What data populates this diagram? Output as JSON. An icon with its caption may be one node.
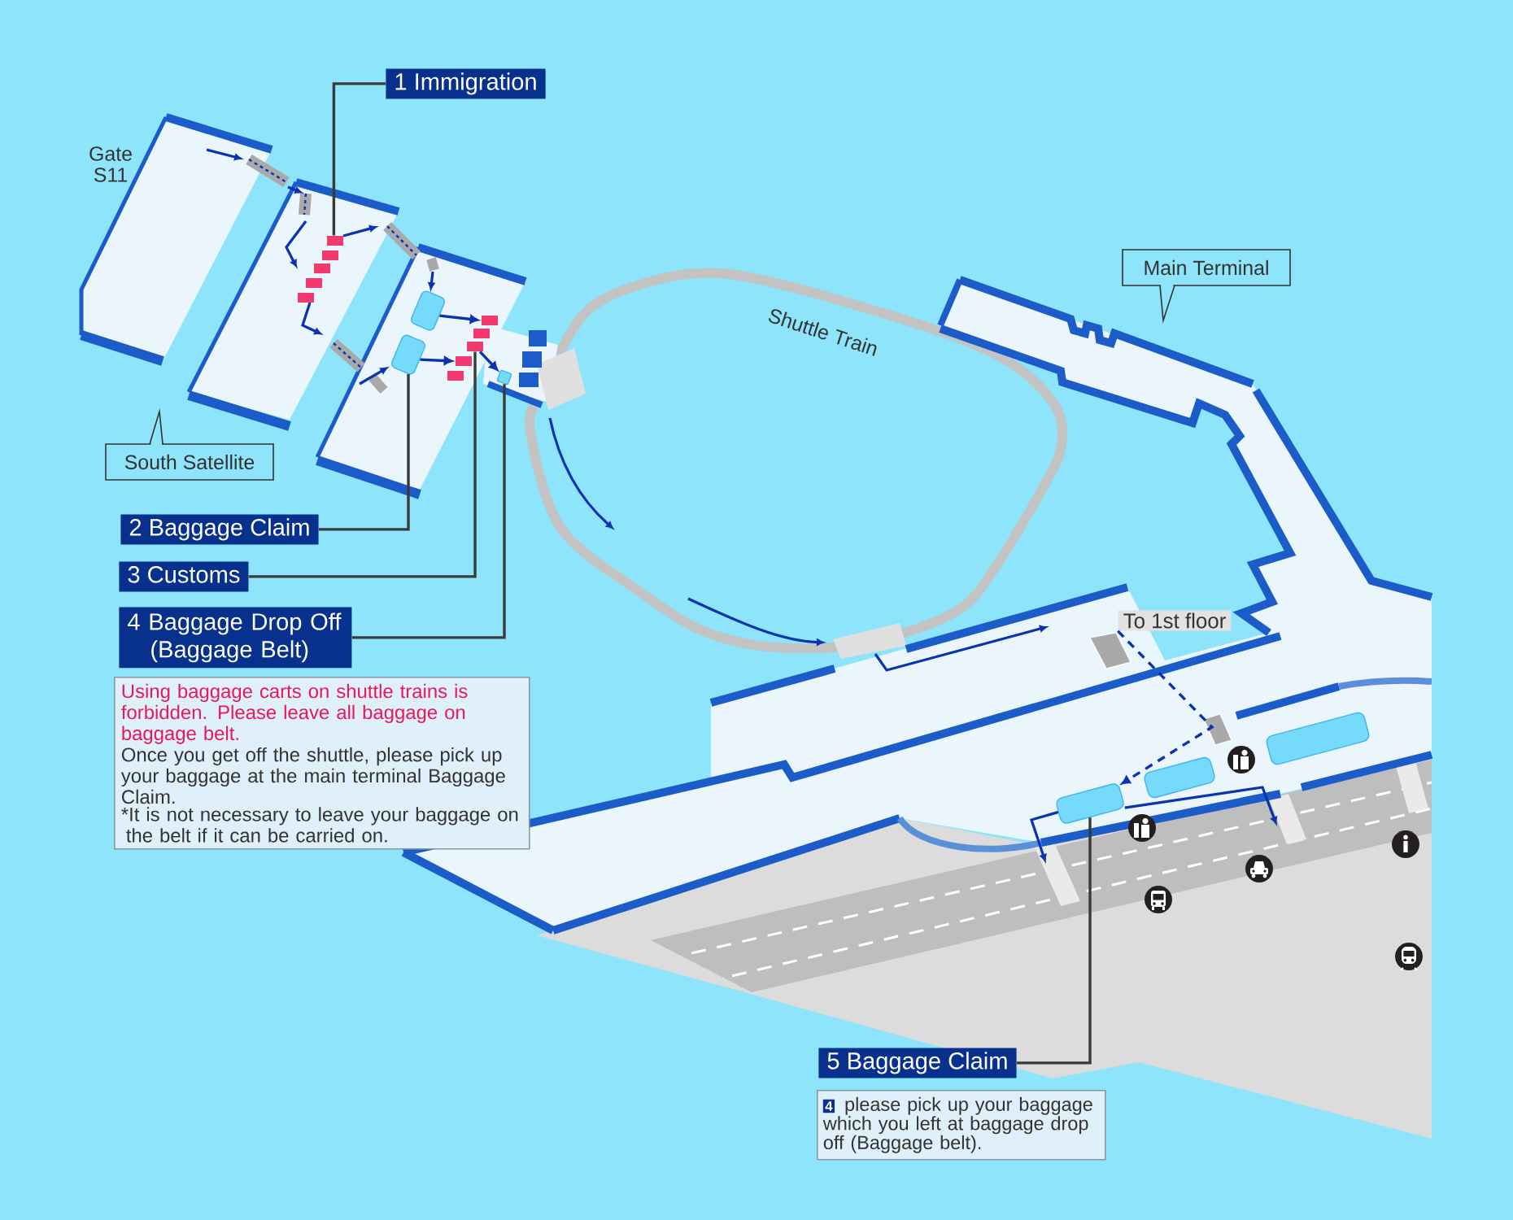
{
  "diagram": {
    "nodes": [
      {
        "text": [
          "1 Immigration"
        ]
      },
      {
        "text": [
          "South Satellite"
        ]
      },
      {
        "text": [
          "2 Baggage Claim"
        ]
      },
      {
        "text": [
          "3 Customs"
        ]
      },
      {
        "text": [
          "4 Baggage Drop Off (Baggage Belt)"
        ]
      },
      {
        "text": [
          "Using baggage carts on shuttle trains is forbidden. Please leave all baggage on baggage belt.",
          "Once you get off the shuttle, please pick up your baggage at the main terminal Baggage Claim.",
          "*It is not necessary to leave your baggage on the belt if it can be carried on."
        ]
      },
      {
        "text": [
          "Main Terminal"
        ]
      },
      {
        "text": [
          "To 1st floor"
        ]
      },
      {
        "text": [
          "5 Baggage Claim"
        ]
      },
      {
        "text": [
          "4",
          "please pick up your baggage which you left at baggage drop off (Baggage belt)."
        ]
      },
      {
        "text": [],
        "shape": "box"
      },
      {
        "text": [],
        "shape": "box"
      },
      {
        "text": [],
        "shape": "box"
      },
      {
        "text": [],
        "shape": "box"
      },
      {
        "text": [],
        "shape": "box"
      },
      {
        "text": [],
        "shape": "box"
      },
      {
        "text": [],
        "shape": "box"
      },
      {
        "text": [],
        "shape": "box"
      },
      {
        "text": [],
        "shape": "box"
      },
      {
        "text": [],
        "shape": "box"
      },
      {
        "text": [],
        "shape": "box"
      },
      {
        "text": [],
        "shape": "box"
      }
    ],
    "edges": [
      {
        "from": 0,
        "to": 10,
        "arrow": "none"
      },
      {
        "from": 2,
        "to": 11,
        "arrow": "none"
      },
      {
        "from": 3,
        "to": 12,
        "arrow": "none"
      },
      {
        "from": 4,
        "to": 13,
        "arrow": "none"
      },
      {
        "from": 8,
        "to": 14,
        "arrow": "none"
      },
      {
        "from": 15,
        "to": 18,
        "arrow": "to",
        "color": "#0b33b0"
      },
      {
        "from": 11,
        "to": 20,
        "arrow": "to",
        "color": "#0b33b0"
      },
      {
        "from": 12,
        "to": 13,
        "arrow": "to",
        "color": "#0b33b0"
      },
      {
        "from": 7,
        "to": 14,
        "arrow": "to",
        "style": "dashed",
        "color": "#0b33b0"
      }
    ],
    "labels": [
      "Gate S11",
      "Shuttle Train"
    ]
  }
}
